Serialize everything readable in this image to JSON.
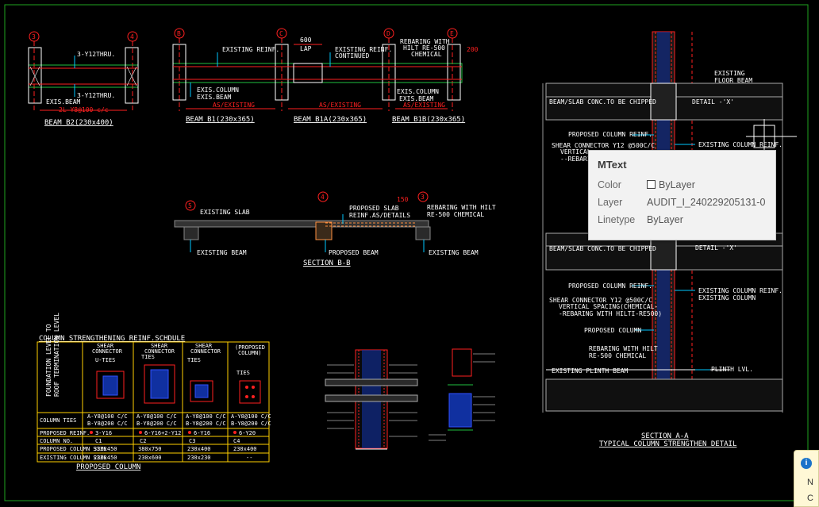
{
  "beams": {
    "b2": {
      "grid_left": "3",
      "grid_right": "4",
      "top_bars": "3-Y12THRU.",
      "bottom_bars": "3-Y12THRU.",
      "exis": "EXIS.BEAM",
      "links": "2L-Y8@100 c/c",
      "title": "BEAM B2(230x400)"
    },
    "b1": {
      "grid_b": "B",
      "grid_c": "C",
      "grid_d": "D",
      "grid_e": "E",
      "existing_reinf": "EXISTING REINF.",
      "lap_dim": "600",
      "lap": "LAP",
      "existing_reinf_cont_1": "EXISTING REINF.",
      "existing_reinf_cont_2": "CONTINUED",
      "rebaring_1": "REBARING WITH",
      "rebaring_2": "HILT RE-500",
      "rebaring_3": "CHEMICAL",
      "dim_200": "200",
      "exis_column_1": "EXIS.COLUMN",
      "exis_beam_1": "EXIS.BEAM",
      "as_existing_1": "AS/EXISTING",
      "as_existing_2": "AS/EXISTING",
      "exis_column_2": "EXIS.COLUMN",
      "exis_beam_2": "EXIS.BEAM",
      "as_existing_3": "AS/EXISTING",
      "title_b1": "BEAM B1(230x365)",
      "title_b1a": "BEAM B1A(230x365)",
      "title_b1b": "BEAM B1B(230x365)"
    }
  },
  "section_bb": {
    "grid_5": "5",
    "grid_4": "4",
    "grid_3": "3",
    "existing_slab": "EXISTING SLAB",
    "proposed_slab_1": "PROPOSED SLAB",
    "proposed_slab_2": "REINF.AS/DETAILS",
    "dim_150": "150",
    "rebaring_1": "REBARING WITH HILT",
    "rebaring_2": "RE-500 CHEMICAL",
    "existing_beam_left": "EXISTING BEAM",
    "proposed_beam": "PROPOSED BEAM",
    "existing_beam_right": "EXISTING BEAM",
    "title": "SECTION B-B"
  },
  "schedule": {
    "title": "COLUMN STRENGTHENING REINF.SCHDULE",
    "side_label_1": "FOUNDATION LEVEL TO",
    "side_label_2": "ROOF TERMINATION LEVEL",
    "headers": [
      {
        "l1": "SHEAR",
        "l2": "CONNECTOR",
        "l3": "U-TIES"
      },
      {
        "l1": "SHEAR",
        "l2": "CONNECTOR",
        "l3": "TIES"
      },
      {
        "l1": "SHEAR",
        "l2": "CONNECTOR",
        "l3": "TIES"
      },
      {
        "l1": "(PROPOSED",
        "l2": "COLUMN)",
        "l3": "TIES"
      }
    ],
    "rows": [
      {
        "label": "COLUMN TIES",
        "cells": [
          "A-Y8@100 C/C",
          "A-Y8@100 C/C",
          "A-Y8@100 C/C",
          "A-Y8@100 C/C"
        ],
        "cells2": [
          "B-Y8@200 C/C",
          "B-Y8@200 C/C",
          "B-Y8@200 C/C",
          "B-Y8@200 C/C"
        ]
      },
      {
        "label": "PROPOSED REINF.",
        "cells": [
          "3-Y16",
          "6-Y16+2-Y12",
          "6-Y16",
          "6-Y20"
        ]
      },
      {
        "label": "COLUMN NO.",
        "cells": [
          "C1",
          "C2",
          "C3",
          "C4"
        ]
      },
      {
        "label": "PROPOSED COLUMN SIZE",
        "cells": [
          "330x450",
          "380x750",
          "230x400",
          "230x400"
        ]
      },
      {
        "label": "EXISTING COLUMN SIZE",
        "cells": [
          "230x450",
          "230x600",
          "230x230",
          "--"
        ]
      }
    ],
    "footer": "PROPOSED COLUMN"
  },
  "section_aa": {
    "existing_floor_beam_1": "EXISTING",
    "existing_floor_beam_2": "FLOOR BEAM",
    "chipped_top": "BEAM/SLAB CONC.TO BE CHIPPED",
    "detail_top": "DETAIL -'X'",
    "proposed_col_reinf_top": "PROPOSED COLUMN REINF.",
    "shear_top_1": "SHEAR CONNECTOR Y12 @500C/C",
    "shear_top_2": "VERTICAL",
    "shear_top_3": "--REBARING",
    "existing_col_reinf_top": "EXISTING COLUMN REINF.",
    "chipped_mid": "BEAM/SLAB CONC.TO BE CHIPPED",
    "detail_mid": "DETAIL -'X'",
    "proposed_col_reinf": "PROPOSED COLUMN REINF.",
    "existing_col_reinf": "EXISTING COLUMN REINF.",
    "existing_column": "EXISTING COLUMN",
    "shear_1": "SHEAR CONNECTOR Y12 @500C/C",
    "shear_2": "VERTICAL SPACING(CHEMICAL-",
    "shear_3": "-REBARING WITH HILTI-RE500)",
    "proposed_column": "PROPOSED COLUMN",
    "rebaring_1": "REBARING WITH HILT",
    "rebaring_2": "RE-500 CHEMICAL",
    "plinth_beam": "EXISTING PLINTH BEAM",
    "plinth_lvl": "PLINTH LVL.",
    "title_1": "SECTION A-A",
    "title_2": "TYPICAL COLUMN STRENGTHEN DETAIL"
  },
  "tooltip": {
    "title": "MText",
    "color_label": "Color",
    "color_value": "ByLayer",
    "layer_label": "Layer",
    "layer_value": "AUDIT_I_240229205131-0",
    "linetype_label": "Linetype",
    "linetype_value": "ByLayer"
  },
  "notification": {
    "icon": "info-icon",
    "line1": "N",
    "line2": "C"
  },
  "colors": {
    "background": "#000000",
    "cad_red": "#ff2020",
    "cad_cyan": "#00c8ff",
    "cad_green": "#20c040",
    "cad_yellow": "#ffd000",
    "cad_blue": "#3050ff",
    "frame": "#1fa51f"
  }
}
